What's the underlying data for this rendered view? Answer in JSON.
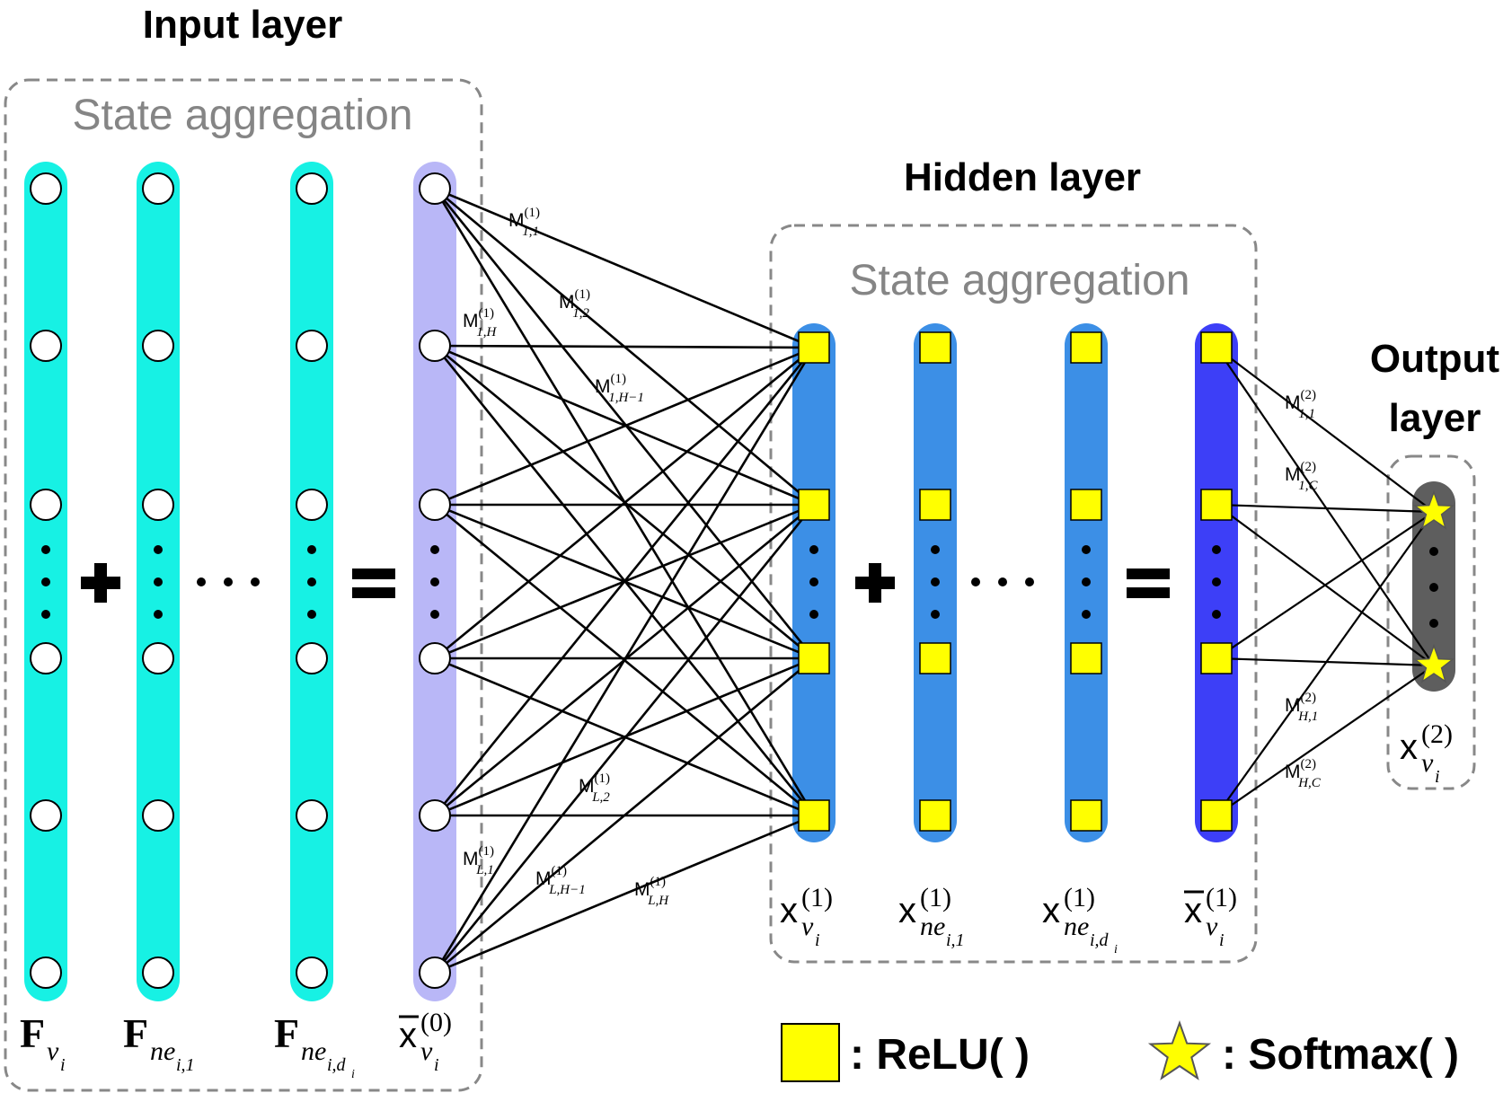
{
  "titles": {
    "input": "Input layer",
    "hidden": "Hidden layer",
    "output_line1": "Output",
    "output_line2": "layer"
  },
  "box_labels": {
    "input": "State aggregation",
    "hidden": "State aggregation"
  },
  "operators": {
    "plus": "+",
    "equals": "=",
    "ellipsis": "…"
  },
  "input_columns": [
    {
      "main": "F",
      "sub": "v",
      "subsub": "i",
      "sup": "",
      "bar": false
    },
    {
      "main": "F",
      "sub": "ne",
      "subsub": "i,1",
      "sup": "",
      "bar": false
    },
    {
      "main": "F",
      "sub": "ne",
      "subsub": "i,d",
      "subsubsub": "i",
      "sup": "",
      "bar": false
    },
    {
      "main": "x",
      "sub": "v",
      "subsub": "i",
      "sup": "(0)",
      "bar": true
    }
  ],
  "hidden_columns": [
    {
      "main": "x",
      "sub": "v",
      "subsub": "i",
      "sup": "(1)",
      "bar": false
    },
    {
      "main": "x",
      "sub": "ne",
      "subsub": "i,1",
      "sup": "(1)",
      "bar": false
    },
    {
      "main": "x",
      "sub": "ne",
      "subsub": "i,d",
      "subsubsub": "i",
      "sup": "(1)",
      "bar": false
    },
    {
      "main": "x",
      "sub": "v",
      "subsub": "i",
      "sup": "(1)",
      "bar": true
    }
  ],
  "output_column": {
    "main": "x",
    "sub": "v",
    "subsub": "i",
    "sup": "(2)",
    "bar": false
  },
  "weight_labels_input": [
    {
      "base": "M",
      "sub": "1,1",
      "sup": "(1)"
    },
    {
      "base": "M",
      "sub": "1,2",
      "sup": "(1)"
    },
    {
      "base": "M",
      "sub": "1,H",
      "sup": "(1)"
    },
    {
      "base": "M",
      "sub": "1,H−1",
      "sup": "(1)"
    },
    {
      "base": "M",
      "sub": "L,2",
      "sup": "(1)"
    },
    {
      "base": "M",
      "sub": "L,1",
      "sup": "(1)"
    },
    {
      "base": "M",
      "sub": "L,H−1",
      "sup": "(1)"
    },
    {
      "base": "M",
      "sub": "L,H",
      "sup": "(1)"
    }
  ],
  "weight_labels_output": [
    {
      "base": "M",
      "sub": "1,1",
      "sup": "(2)"
    },
    {
      "base": "M",
      "sub": "1,C",
      "sup": "(2)"
    },
    {
      "base": "M",
      "sub": "H,1",
      "sup": "(2)"
    },
    {
      "base": "M",
      "sub": "H,C",
      "sup": "(2)"
    }
  ],
  "legend": {
    "relu": ": ReLU( )",
    "softmax": ": Softmax( )"
  },
  "colors": {
    "input_column": "#17f1e4",
    "input_aggregate": "#b9b7f7",
    "hidden_column": "#3c8fe6",
    "hidden_aggregate": "#3d3ff7",
    "output_column": "#5e5e5e",
    "relu_square": "#ffff00",
    "softmax_star": "#ffff00",
    "box_border": "#888888",
    "box_label_text": "#858585"
  },
  "icons": {
    "input_node": "circle-node-icon",
    "relu": "yellow-square-icon",
    "softmax": "yellow-star-icon"
  }
}
